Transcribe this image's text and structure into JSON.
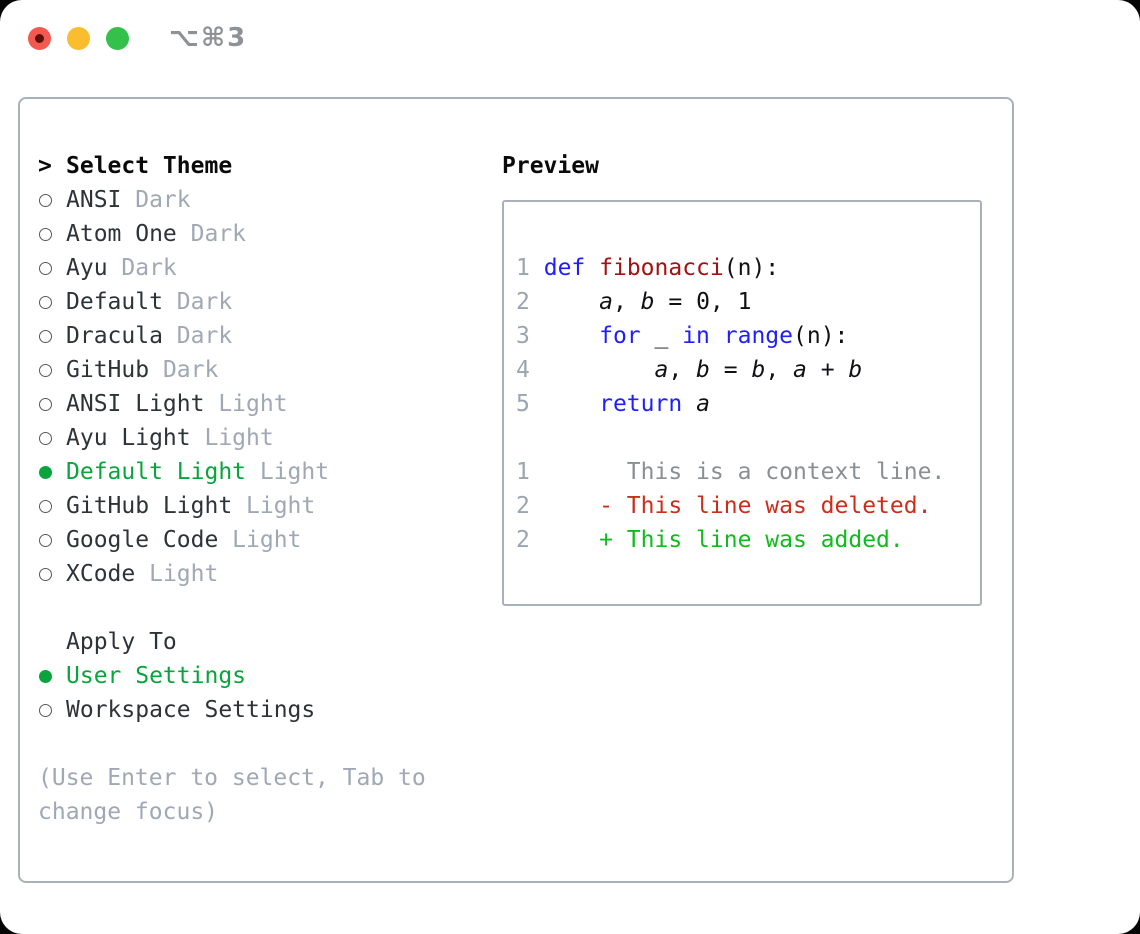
{
  "window": {
    "title": "⌥⌘3",
    "traffic_lights": {
      "close": "close-button",
      "minimize": "minimize-button",
      "zoom": "zoom-button"
    }
  },
  "colors": {
    "accent_green": "#09a43b",
    "keyword_blue": "#1e1eff",
    "function_red": "#a31212",
    "deleted_red": "#cc2e1a",
    "added_green": "#0ebd1c",
    "muted_gray": "#9fa8b4",
    "border_gray": "#a9b1ba",
    "close_red": "#f4594f",
    "minimize_yellow": "#f9bd2d",
    "zoom_green": "#34c14b"
  },
  "theme_panel": {
    "prompt": ">",
    "title": "Select Theme",
    "themes": [
      {
        "name": "ANSI",
        "variant": "Dark",
        "selected": false
      },
      {
        "name": "Atom One",
        "variant": "Dark",
        "selected": false
      },
      {
        "name": "Ayu",
        "variant": "Dark",
        "selected": false
      },
      {
        "name": "Default",
        "variant": "Dark",
        "selected": false
      },
      {
        "name": "Dracula",
        "variant": "Dark",
        "selected": false
      },
      {
        "name": "GitHub",
        "variant": "Dark",
        "selected": false
      },
      {
        "name": "ANSI Light",
        "variant": "Light",
        "selected": false
      },
      {
        "name": "Ayu Light",
        "variant": "Light",
        "selected": false
      },
      {
        "name": "Default Light",
        "variant": "Light",
        "selected": true
      },
      {
        "name": "GitHub Light",
        "variant": "Light",
        "selected": false
      },
      {
        "name": "Google Code",
        "variant": "Light",
        "selected": false
      },
      {
        "name": "XCode",
        "variant": "Light",
        "selected": false
      }
    ],
    "apply_to": {
      "title": "Apply To",
      "options": [
        {
          "label": "User Settings",
          "selected": true
        },
        {
          "label": "Workspace Settings",
          "selected": false
        }
      ]
    },
    "hint": {
      "line1": "(Use Enter to select, Tab to",
      "line2": "change focus)"
    }
  },
  "preview": {
    "title": "Preview",
    "lines": [
      {
        "tokens": [
          {
            "t": "1",
            "c": "num"
          },
          {
            "t": " ",
            "c": "pl"
          },
          {
            "t": "def",
            "c": "kw"
          },
          {
            "t": " ",
            "c": "pl"
          },
          {
            "t": "fibonacci",
            "c": "fn"
          },
          {
            "t": "(n):",
            "c": "pl"
          }
        ]
      },
      {
        "tokens": [
          {
            "t": "2",
            "c": "num"
          },
          {
            "t": "     ",
            "c": "pl"
          },
          {
            "t": "a",
            "c": "var"
          },
          {
            "t": ", ",
            "c": "pl"
          },
          {
            "t": "b",
            "c": "var"
          },
          {
            "t": " = 0, 1",
            "c": "pl"
          }
        ]
      },
      {
        "tokens": [
          {
            "t": "3",
            "c": "num"
          },
          {
            "t": "     ",
            "c": "pl"
          },
          {
            "t": "for",
            "c": "kw"
          },
          {
            "t": " _ ",
            "c": "pl"
          },
          {
            "t": "in",
            "c": "kw"
          },
          {
            "t": " ",
            "c": "pl"
          },
          {
            "t": "range",
            "c": "kw"
          },
          {
            "t": "(n):",
            "c": "pl"
          }
        ]
      },
      {
        "tokens": [
          {
            "t": "4",
            "c": "num"
          },
          {
            "t": "         ",
            "c": "pl"
          },
          {
            "t": "a",
            "c": "var"
          },
          {
            "t": ", ",
            "c": "pl"
          },
          {
            "t": "b",
            "c": "var"
          },
          {
            "t": " = ",
            "c": "pl"
          },
          {
            "t": "b",
            "c": "var"
          },
          {
            "t": ", ",
            "c": "pl"
          },
          {
            "t": "a",
            "c": "var"
          },
          {
            "t": " + ",
            "c": "pl"
          },
          {
            "t": "b",
            "c": "var"
          }
        ]
      },
      {
        "tokens": [
          {
            "t": "5",
            "c": "num"
          },
          {
            "t": "     ",
            "c": "pl"
          },
          {
            "t": "return",
            "c": "kw"
          },
          {
            "t": " ",
            "c": "pl"
          },
          {
            "t": "a",
            "c": "var"
          }
        ]
      },
      {
        "tokens": []
      },
      {
        "tokens": [
          {
            "t": "1",
            "c": "num"
          },
          {
            "t": "       This is a context line.",
            "c": "ctx"
          }
        ]
      },
      {
        "tokens": [
          {
            "t": "2",
            "c": "num"
          },
          {
            "t": "     ",
            "c": "pl"
          },
          {
            "t": "- This line was deleted.",
            "c": "del"
          }
        ]
      },
      {
        "tokens": [
          {
            "t": "2",
            "c": "num"
          },
          {
            "t": "     ",
            "c": "pl"
          },
          {
            "t": "+ This line was added.",
            "c": "add"
          }
        ]
      }
    ]
  }
}
